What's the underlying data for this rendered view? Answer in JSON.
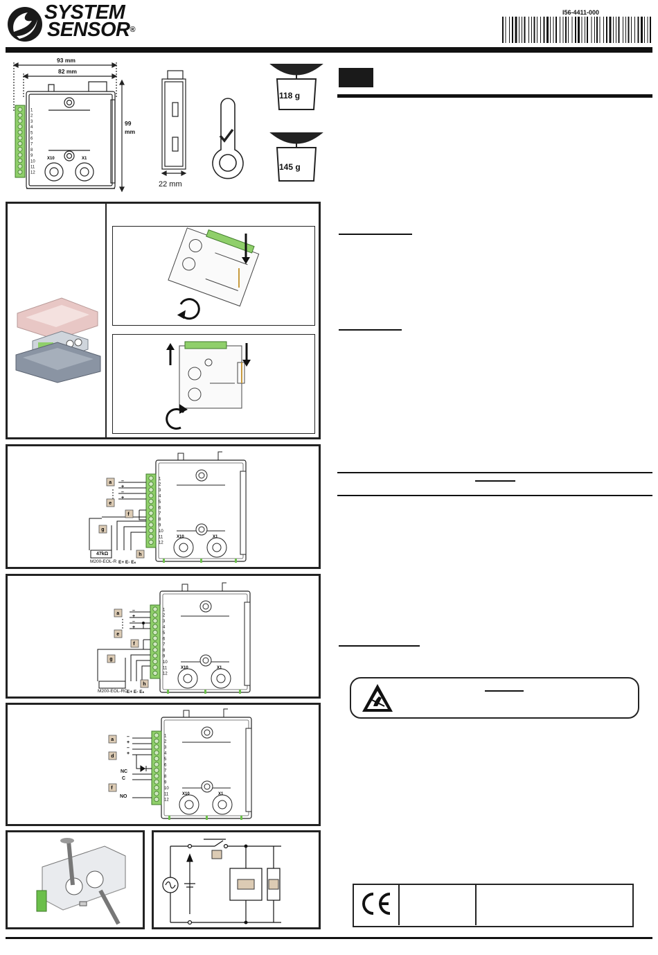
{
  "header": {
    "brand_line1": "SYSTEM",
    "brand_line2": "SENSOR",
    "registered_mark": "®",
    "part_number": "I56-4411-000"
  },
  "dimensions": {
    "width_outer": "93 mm",
    "width_inner": "82 mm",
    "height_value": "99",
    "height_unit": "mm",
    "depth": "22 mm",
    "weight_1": "118 g",
    "weight_2": "145 g",
    "switch_x10": "X10",
    "switch_x1": "X1"
  },
  "terminal_numbers": [
    "1",
    "2",
    "3",
    "4",
    "5",
    "6",
    "7",
    "8",
    "9",
    "10",
    "11",
    "12"
  ],
  "wiring_1": {
    "labels": [
      "a",
      "e",
      "f",
      "g",
      "h"
    ],
    "resistor": "47kΩ",
    "eol_part": "M200-EOL-R",
    "terminals_text": "E+ E- Eₛ"
  },
  "wiring_2": {
    "labels": [
      "a",
      "e",
      "f",
      "g",
      "h"
    ],
    "eol_part": "M200-EOL-RO",
    "terminals_text": "E+ E- Eₛ"
  },
  "wiring_3": {
    "labels": [
      "a",
      "d",
      "f"
    ],
    "contact_nc": "NC",
    "contact_c": "C",
    "contact_no": "NO"
  },
  "colors": {
    "terminal_green": "#8fcf6a",
    "cover_pink": "#e8c7c5",
    "backbox_grey": "#8a94a3",
    "label_tan": "#dccbb4"
  }
}
